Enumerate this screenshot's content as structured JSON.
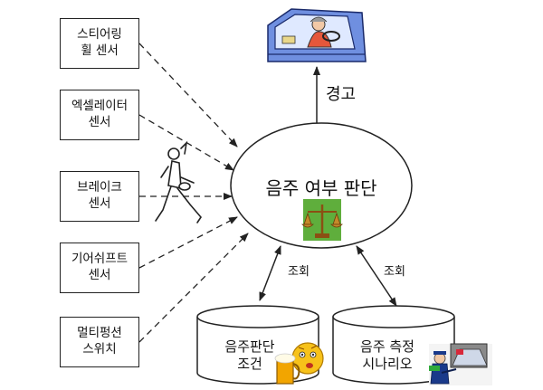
{
  "sensors": [
    {
      "label": "스티어링\n휠 센서"
    },
    {
      "label": "엑셀레이터\n센서"
    },
    {
      "label": "브레이크\n센서"
    },
    {
      "label": "기어쉬프트\n센서"
    },
    {
      "label": "멀티펑션\n스위치"
    }
  ],
  "center": {
    "label": "음주 여부 판단",
    "icon": "scales-icon"
  },
  "warning": {
    "label": "경고",
    "icon": "driver-car-icon"
  },
  "query_labels": [
    "조회",
    "조회"
  ],
  "databases": [
    {
      "label": "음주판단\n조건",
      "icon": "drunk-face-beer-icon"
    },
    {
      "label": "음주 측정\n시나리오",
      "icon": "police-checkpoint-icon"
    }
  ],
  "decor": {
    "icon": "walking-person-icon"
  },
  "colors": {
    "line": "#222222",
    "car_blue": "#6f8fe0",
    "scale_green": "#5fae3c"
  }
}
